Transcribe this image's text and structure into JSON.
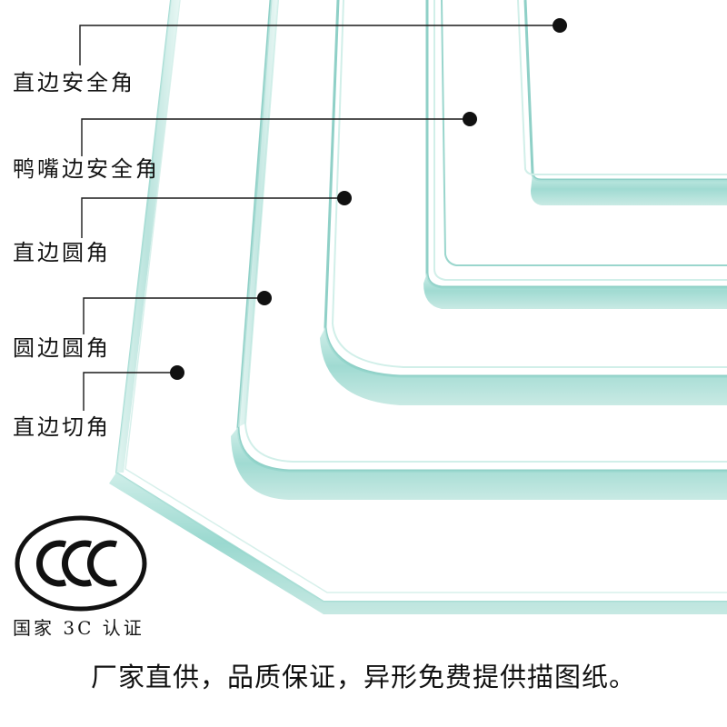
{
  "edge_types": [
    {
      "label": "直边安全角"
    },
    {
      "label": "鸭嘴边安全角"
    },
    {
      "label": "直边圆角"
    },
    {
      "label": "圆边圆角"
    },
    {
      "label": "直边切角"
    }
  ],
  "certification": {
    "logo_text": "CCC",
    "label": "国家 3C 认证"
  },
  "footer": {
    "slogan": "厂家直供，品质保证，异形免费提供描图纸。"
  },
  "colors": {
    "glass_edge": "#7fcfc5",
    "glass_edge_light": "#bfe8e1",
    "glass_body": "#f4fbfa",
    "callout_line": "#1a1a1a",
    "text": "#141414"
  }
}
